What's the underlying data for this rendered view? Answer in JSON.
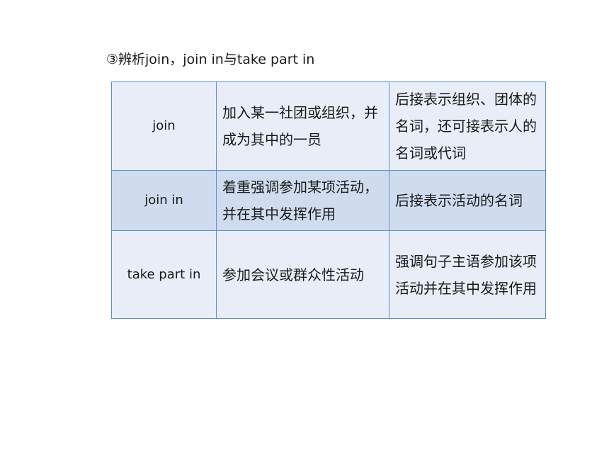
{
  "heading": "③辨析join，join in与take part in",
  "table": {
    "rows": [
      {
        "term": "join",
        "meaning": "加入某一社团或组织，并成为其中的一员",
        "usage": "后接表示组织、团体的名词，还可接表示人的名词或代词"
      },
      {
        "term": "join in",
        "meaning": "着重强调参加某项活动，并在其中发挥作用",
        "usage": "后接表示活动的名词"
      },
      {
        "term": "take part in",
        "meaning": "参加会议或群众性活动",
        "usage": "强调句子主语参加该项活动并在其中发挥作用"
      }
    ]
  },
  "colors": {
    "border": "#5b8fd8",
    "row_light": "#e8edf7",
    "row_dark": "#cfdcee"
  }
}
